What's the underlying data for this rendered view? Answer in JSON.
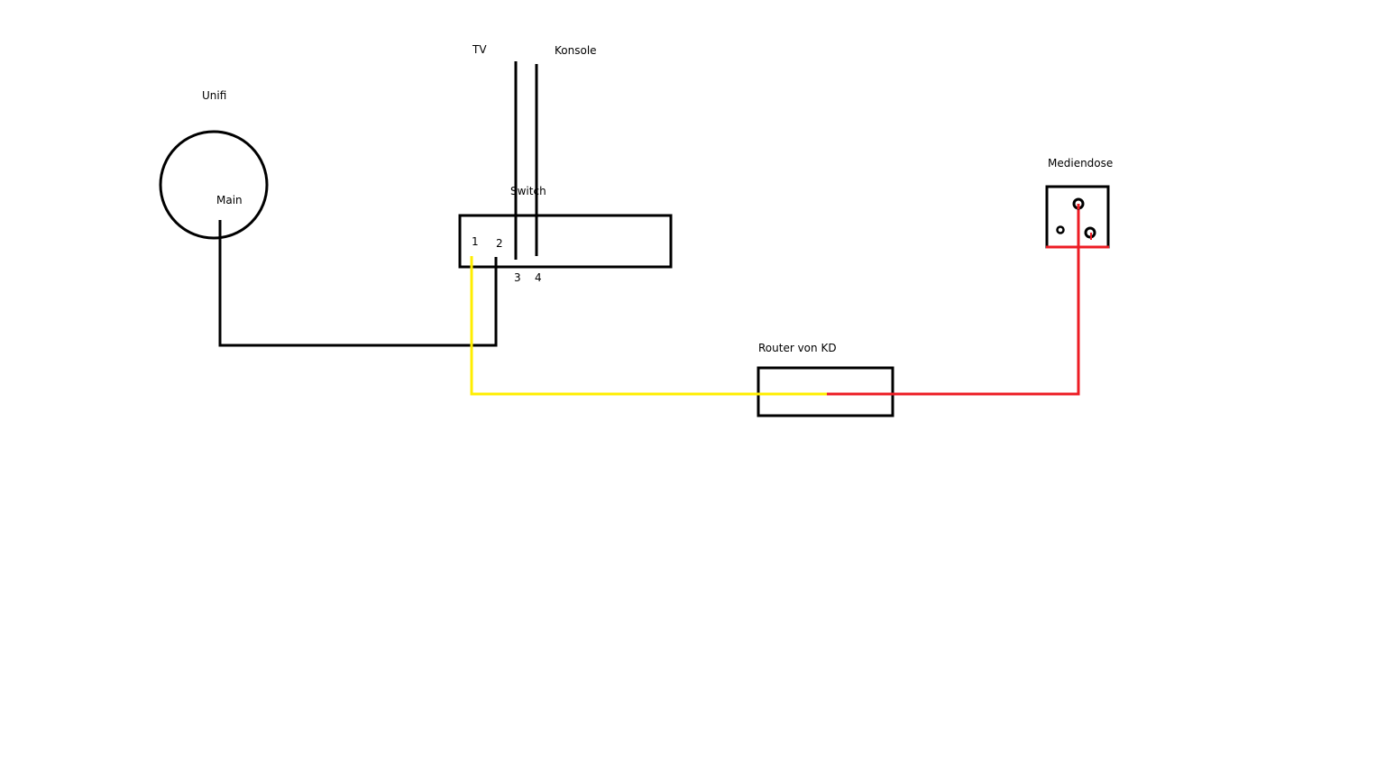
{
  "labels": {
    "unifi": "Unifi",
    "main": "Main",
    "tv": "TV",
    "konsole": "Konsole",
    "switch": "Switch",
    "port1": "1",
    "port2": "2",
    "port3": "3",
    "port4": "4",
    "router": "Router von KD",
    "mediendose": "Mediendose"
  },
  "colors": {
    "line": "#000000",
    "yellow_cable": "#ffee00",
    "red_cable": "#ed1c24"
  }
}
